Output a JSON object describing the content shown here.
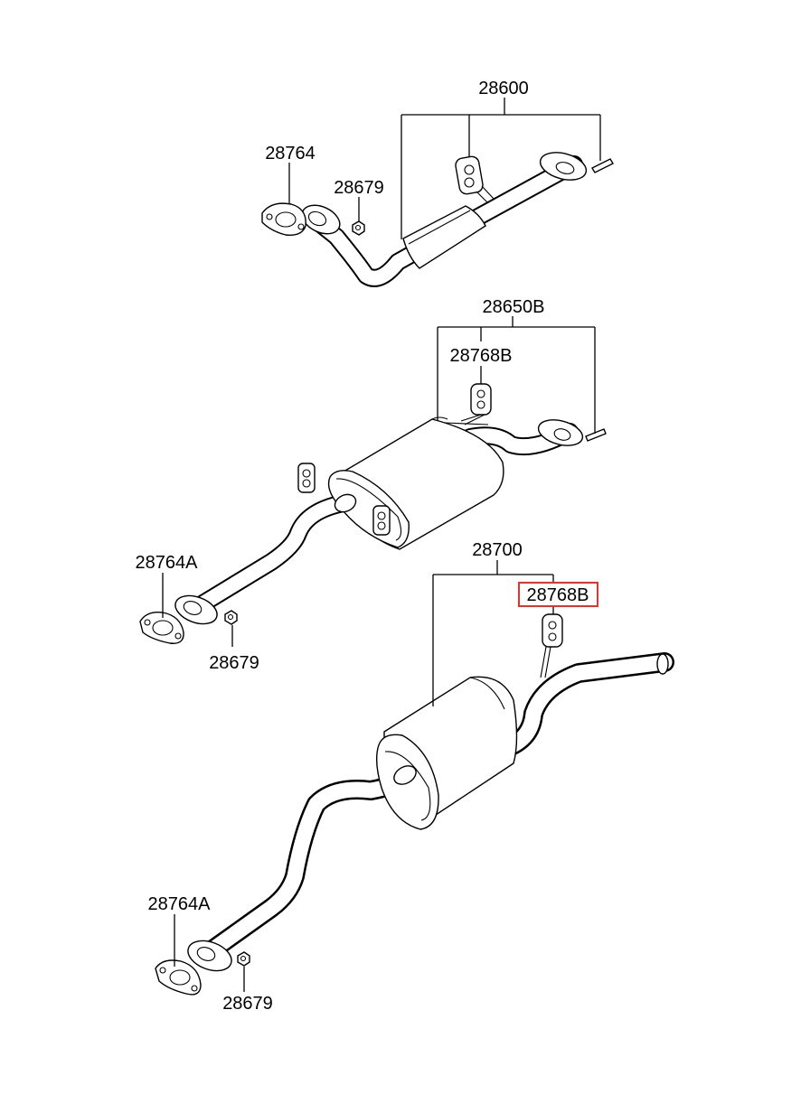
{
  "diagram": {
    "highlight_color": "#e8312d",
    "labels": {
      "front_pipe_assy": "28600",
      "front_gasket": "28764",
      "front_nut": "28679",
      "center_muffler_assy": "28650B",
      "center_hanger": "28768B",
      "center_gasket": "28764A",
      "center_nut": "28679",
      "rear_muffler_assy": "28700",
      "rear_hanger": "28768B",
      "rear_gasket": "28764A",
      "rear_nut": "28679"
    },
    "highlighted_part": "28768B"
  }
}
